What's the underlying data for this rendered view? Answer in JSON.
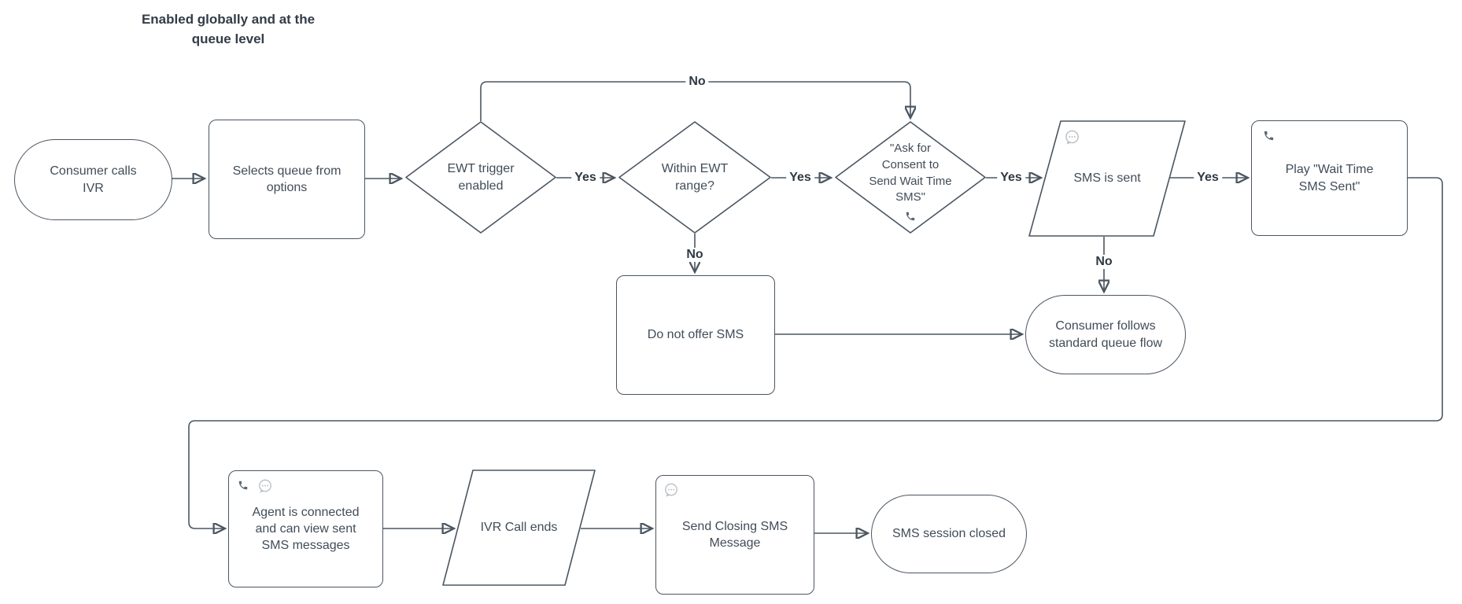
{
  "title": "Enabled globally and at the\nqueue level",
  "colors": {
    "line": "#4b5661",
    "node_text": "#414c58",
    "edge_label_text": "#2f3943",
    "arrowhead": "#3d4956",
    "bubble_icon_gray": "#b9bdc1",
    "phone_icon_gray": "#5d6873",
    "background": "#ffffff"
  },
  "nodes": {
    "consumer_calls": {
      "shape": "stadium",
      "label": "Consumer calls\nIVR"
    },
    "selects_queue": {
      "shape": "rectangle",
      "label": "Selects queue from\noptions"
    },
    "ewt_trigger": {
      "shape": "diamond",
      "label": "EWT trigger\nenabled"
    },
    "within_ewt": {
      "shape": "diamond",
      "label": "Within EWT\nrange?"
    },
    "ask_consent": {
      "shape": "diamond",
      "icon": "phone-handset",
      "label": "\"Ask for\nConsent to\nSend Wait Time\nSMS\""
    },
    "sms_sent": {
      "shape": "parallelogram",
      "icon": "speech-bubble-ellipsis",
      "label": "SMS is sent"
    },
    "play_wait": {
      "shape": "rectangle",
      "icon": "phone-handset",
      "label": "Play \"Wait Time\nSMS Sent\""
    },
    "do_not_offer": {
      "shape": "rectangle",
      "label": "Do not offer SMS"
    },
    "consumer_follows": {
      "shape": "stadium",
      "label": "Consumer follows\nstandard queue flow"
    },
    "agent_connected": {
      "shape": "rectangle",
      "icons": [
        "phone-handset",
        "speech-bubble-ellipsis"
      ],
      "label": "Agent is connected\nand can view sent\nSMS messages"
    },
    "ivr_call_ends": {
      "shape": "parallelogram",
      "label": "IVR Call ends"
    },
    "send_closing": {
      "shape": "rectangle",
      "icon": "speech-bubble-ellipsis",
      "label": "Send Closing SMS\nMessage"
    },
    "sms_closed": {
      "shape": "stadium",
      "label": "SMS session closed"
    }
  },
  "edge_labels": {
    "yes_ewt_trigger": "Yes",
    "yes_within_ewt": "Yes",
    "yes_ask_consent": "Yes",
    "yes_sms_sent": "Yes",
    "no_ewt_trigger": "No",
    "no_within_ewt": "No",
    "no_sms_sent": "No"
  }
}
